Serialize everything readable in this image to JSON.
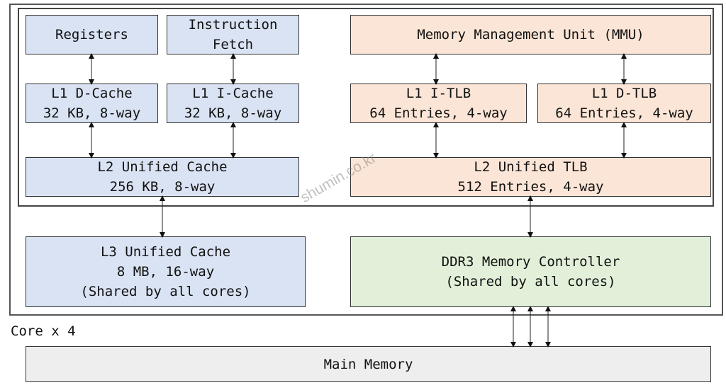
{
  "diagram": {
    "type": "CPU memory hierarchy block diagram",
    "core_group_label": "Core x 4",
    "watermark": "shumin.co.kr",
    "colors": {
      "cache_fill": "#dae3f3",
      "mmu_fill": "#fbe5d6",
      "controller_fill": "#e2f0d9",
      "memory_fill": "#eeeeee",
      "border": "#333333"
    },
    "blocks": {
      "registers": {
        "lines": [
          "Registers"
        ]
      },
      "instruction_fetch": {
        "lines": [
          "Instruction",
          "Fetch"
        ]
      },
      "l1_dcache": {
        "lines": [
          "L1 D-Cache",
          "32 KB, 8-way"
        ]
      },
      "l1_icache": {
        "lines": [
          "L1 I-Cache",
          "32 KB, 8-way"
        ]
      },
      "l2_cache": {
        "lines": [
          "L2 Unified Cache",
          "256 KB, 8-way"
        ]
      },
      "mmu": {
        "lines": [
          "Memory Management Unit (MMU)"
        ]
      },
      "l1_itlb": {
        "lines": [
          "L1 I-TLB",
          "64 Entries, 4-way"
        ]
      },
      "l1_dtlb": {
        "lines": [
          "L1 D-TLB",
          "64 Entries, 4-way"
        ]
      },
      "l2_tlb": {
        "lines": [
          "L2 Unified TLB",
          "512 Entries, 4-way"
        ]
      },
      "l3_cache": {
        "lines": [
          "L3 Unified Cache",
          "8 MB, 16-way",
          "(Shared by all cores)"
        ]
      },
      "ddr3_controller": {
        "lines": [
          "DDR3 Memory Controller",
          "(Shared by all cores)"
        ]
      },
      "main_memory": {
        "lines": [
          "Main Memory"
        ]
      }
    },
    "connections": [
      {
        "from": "registers",
        "to": "l1_dcache",
        "kind": "bidirectional"
      },
      {
        "from": "instruction_fetch",
        "to": "l1_icache",
        "kind": "bidirectional"
      },
      {
        "from": "l1_dcache",
        "to": "l2_cache",
        "kind": "bidirectional"
      },
      {
        "from": "l1_icache",
        "to": "l2_cache",
        "kind": "bidirectional"
      },
      {
        "from": "l2_cache",
        "to": "l3_cache",
        "kind": "bidirectional"
      },
      {
        "from": "mmu",
        "to": "l1_itlb",
        "kind": "bidirectional"
      },
      {
        "from": "mmu",
        "to": "l1_dtlb",
        "kind": "bidirectional"
      },
      {
        "from": "l1_itlb",
        "to": "l2_tlb",
        "kind": "bidirectional"
      },
      {
        "from": "l1_dtlb",
        "to": "l2_tlb",
        "kind": "bidirectional"
      },
      {
        "from": "l2_tlb",
        "to": "ddr3_controller",
        "kind": "bidirectional"
      },
      {
        "from": "ddr3_controller",
        "to": "main_memory",
        "kind": "bidirectional",
        "count": 3
      }
    ]
  }
}
